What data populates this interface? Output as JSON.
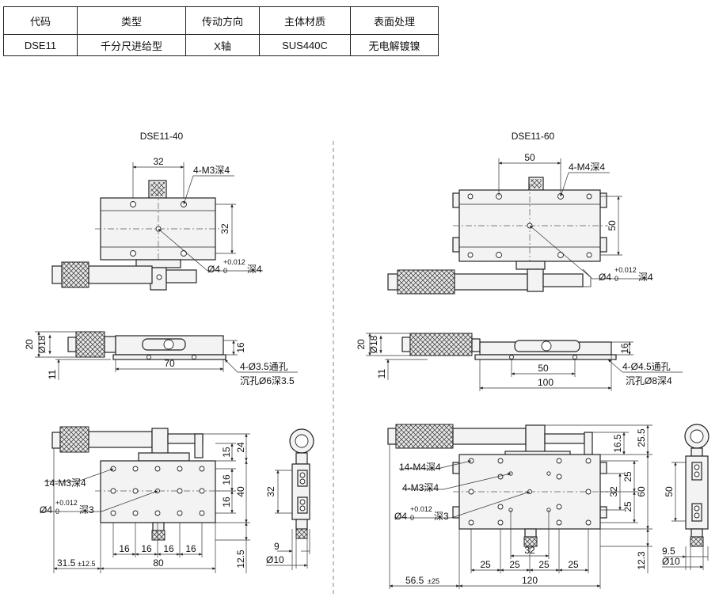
{
  "spec_table": {
    "headers": [
      "代码",
      "类型",
      "传动方向",
      "主体材质",
      "表面处理"
    ],
    "row": [
      "DSE11",
      "千分尺进给型",
      "X轴",
      "SUS440C",
      "无电解镀镍"
    ]
  },
  "left_drawing": {
    "title": "DSE11-40",
    "top_view": {
      "dim_width": "32",
      "dim_height": "32",
      "tap_note": "4-M3深4",
      "pin_note_prefix": "Ø4",
      "pin_tol_upper": "+0.012",
      "pin_tol_lower": "0",
      "pin_note_suffix": "深4"
    },
    "side_view": {
      "dim_20": "20",
      "dim_d18": "Ø18",
      "dim_16": "16",
      "dim_11": "11",
      "dim_70": "70",
      "hole_note_1": "4-Ø3.5通孔",
      "hole_note_2": "沉孔Ø6深3.5"
    },
    "front_view": {
      "dim_15": "15",
      "dim_24": "24",
      "dim_16a": "16",
      "dim_40": "40",
      "dim_16b": "16",
      "dim_32": "32",
      "tap_note": "14-M3深4",
      "pin_note_prefix": "Ø4",
      "pin_tol_upper": "+0.012",
      "pin_tol_lower": "0",
      "pin_note_suffix": "深3",
      "pitch": [
        "16",
        "16",
        "16",
        "16"
      ],
      "dim_125": "12.5",
      "dim_80": "80",
      "dim_315": "31.5",
      "dim_315_tol": "±12.5",
      "dim_9": "9",
      "dim_d10": "Ø10"
    }
  },
  "right_drawing": {
    "title": "DSE11-60",
    "top_view": {
      "dim_width": "50",
      "dim_height": "50",
      "tap_note": "4-M4深4",
      "pin_note_prefix": "Ø4",
      "pin_tol_upper": "+0.012",
      "pin_tol_lower": "0",
      "pin_note_suffix": "深4"
    },
    "side_view": {
      "dim_20": "20",
      "dim_d18": "Ø18",
      "dim_16": "16",
      "dim_11": "11",
      "dim_50": "50",
      "dim_100": "100",
      "hole_note_1": "4-Ø4.5通孔",
      "hole_note_2": "沉孔Ø8深4"
    },
    "front_view": {
      "dim_165": "16.5",
      "dim_255": "25.5",
      "tap_note_1": "14-M4深4",
      "tap_note_2": "4-M3深4",
      "dim_25a": "25",
      "dim_32": "32",
      "dim_60": "60",
      "dim_25b": "25",
      "dim_50": "50",
      "pin_note_prefix": "Ø4",
      "pin_tol_upper": "+0.012",
      "pin_tol_lower": "0",
      "pin_note_suffix": "深3",
      "dim_32b": "32",
      "pitch": [
        "25",
        "25",
        "25",
        "25"
      ],
      "dim_123": "12.3",
      "dim_120": "120",
      "dim_565": "56.5",
      "dim_565_tol": "±25",
      "dim_95": "9.5",
      "dim_d10": "Ø10"
    }
  }
}
